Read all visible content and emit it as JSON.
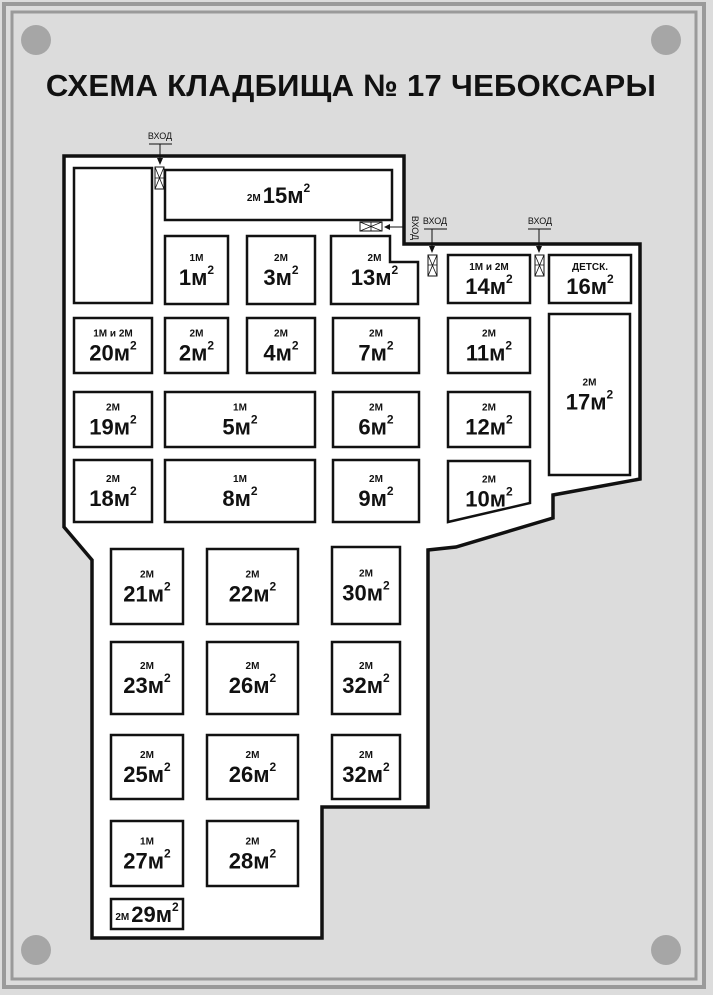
{
  "title": "СХЕМА КЛАДБИЩА № 17 ЧЕБОКСАРЫ",
  "colors": {
    "plate": "#dcdcdc",
    "frame": "#9a9a9a",
    "ink": "#111111",
    "screw": "#a6a6a6"
  },
  "entrances": [
    {
      "id": "top",
      "label": "ВХОД"
    },
    {
      "id": "right-vertical",
      "label": "ВХОД"
    },
    {
      "id": "right-1",
      "label": "ВХОД"
    },
    {
      "id": "right-2",
      "label": "ВХОД"
    }
  ],
  "sectors": [
    {
      "id": "blank",
      "num": "",
      "type": ""
    },
    {
      "id": "s15",
      "num": "15м",
      "type": "2М"
    },
    {
      "id": "s1",
      "num": "1м",
      "type": "1М"
    },
    {
      "id": "s3",
      "num": "3м",
      "type": "2М"
    },
    {
      "id": "s13",
      "num": "13м",
      "type": "2М"
    },
    {
      "id": "s14",
      "num": "14м",
      "type": "1М и 2М"
    },
    {
      "id": "s16",
      "num": "16м",
      "type": "ДЕТСК."
    },
    {
      "id": "s20",
      "num": "20м",
      "type": "1М и 2М"
    },
    {
      "id": "s2",
      "num": "2м",
      "type": "2М"
    },
    {
      "id": "s4",
      "num": "4м",
      "type": "2М"
    },
    {
      "id": "s7",
      "num": "7м",
      "type": "2М"
    },
    {
      "id": "s11",
      "num": "11м",
      "type": "2М"
    },
    {
      "id": "s17",
      "num": "17м",
      "type": "2М"
    },
    {
      "id": "s19",
      "num": "19м",
      "type": "2М"
    },
    {
      "id": "s5",
      "num": "5м",
      "type": "1М"
    },
    {
      "id": "s6",
      "num": "6м",
      "type": "2М"
    },
    {
      "id": "s12",
      "num": "12м",
      "type": "2М"
    },
    {
      "id": "s18",
      "num": "18м",
      "type": "2М"
    },
    {
      "id": "s8",
      "num": "8м",
      "type": "1М"
    },
    {
      "id": "s9",
      "num": "9м",
      "type": "2М"
    },
    {
      "id": "s10",
      "num": "10м",
      "type": "2М"
    },
    {
      "id": "s21",
      "num": "21м",
      "type": "2М"
    },
    {
      "id": "s22",
      "num": "22м",
      "type": "2М"
    },
    {
      "id": "s30",
      "num": "30м",
      "type": "2М"
    },
    {
      "id": "s23",
      "num": "23м",
      "type": "2М"
    },
    {
      "id": "s26a",
      "num": "26м",
      "type": "2М"
    },
    {
      "id": "s32a",
      "num": "32м",
      "type": "2М"
    },
    {
      "id": "s25",
      "num": "25м",
      "type": "2М"
    },
    {
      "id": "s26b",
      "num": "26м",
      "type": "2М"
    },
    {
      "id": "s32b",
      "num": "32м",
      "type": "2М"
    },
    {
      "id": "s27",
      "num": "27м",
      "type": "1М"
    },
    {
      "id": "s28",
      "num": "28м",
      "type": "2М"
    },
    {
      "id": "s29",
      "num": "29м",
      "type": "2М"
    }
  ],
  "superscript": "2"
}
